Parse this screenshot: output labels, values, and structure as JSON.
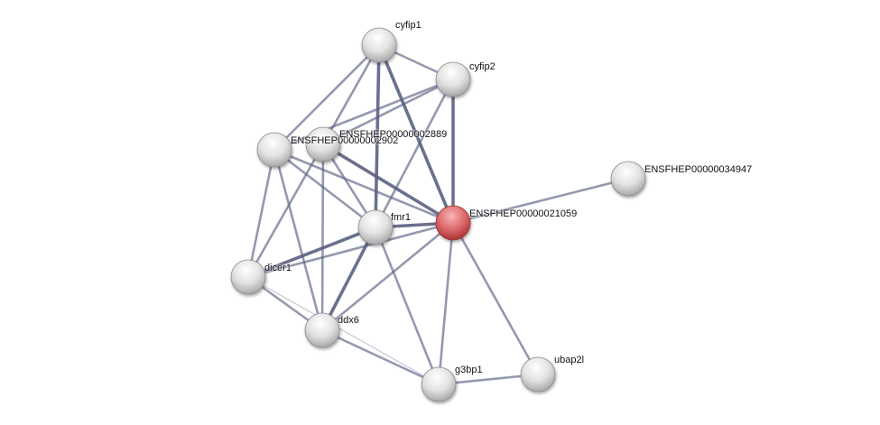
{
  "network": {
    "query_color": "#d9585a",
    "node_color": "#e4e4e4",
    "edge_color": "#5a6282",
    "nodes": [
      {
        "id": "cyfip1",
        "label": "cyfip1",
        "query": false
      },
      {
        "id": "cyfip2",
        "label": "cyfip2",
        "query": false
      },
      {
        "id": "n2902",
        "label": "ENSFHEP00000002902",
        "query": false
      },
      {
        "id": "n2889",
        "label": "ENSFHEP00000002889",
        "query": false
      },
      {
        "id": "n34947",
        "label": "ENSFHEP00000034947",
        "query": false
      },
      {
        "id": "n21059",
        "label": "ENSFHEP00000021059",
        "query": true
      },
      {
        "id": "fmr1",
        "label": "fmr1",
        "query": false
      },
      {
        "id": "dicer1",
        "label": "dicer1",
        "query": false
      },
      {
        "id": "ddx6",
        "label": "ddx6",
        "query": false
      },
      {
        "id": "g3bp1",
        "label": "g3bp1",
        "query": false
      },
      {
        "id": "ubap2l",
        "label": "ubap2l",
        "query": false
      }
    ],
    "edges": [
      [
        "cyfip1",
        "cyfip2"
      ],
      [
        "cyfip1",
        "n2902"
      ],
      [
        "cyfip1",
        "n2889"
      ],
      [
        "cyfip1",
        "fmr1"
      ],
      [
        "cyfip1",
        "n21059"
      ],
      [
        "cyfip2",
        "n2902"
      ],
      [
        "cyfip2",
        "n2889"
      ],
      [
        "cyfip2",
        "fmr1"
      ],
      [
        "cyfip2",
        "n21059"
      ],
      [
        "n2902",
        "fmr1"
      ],
      [
        "n2902",
        "n21059"
      ],
      [
        "n2902",
        "dicer1"
      ],
      [
        "n2902",
        "ddx6"
      ],
      [
        "n2889",
        "n21059"
      ],
      [
        "n2889",
        "fmr1"
      ],
      [
        "n2889",
        "dicer1"
      ],
      [
        "n2889",
        "ddx6"
      ],
      [
        "fmr1",
        "n21059"
      ],
      [
        "fmr1",
        "dicer1"
      ],
      [
        "fmr1",
        "ddx6"
      ],
      [
        "fmr1",
        "g3bp1"
      ],
      [
        "n21059",
        "dicer1"
      ],
      [
        "n21059",
        "ddx6"
      ],
      [
        "n21059",
        "g3bp1"
      ],
      [
        "n21059",
        "ubap2l"
      ],
      [
        "n21059",
        "n34947"
      ],
      [
        "dicer1",
        "ddx6"
      ],
      [
        "dicer1",
        "g3bp1"
      ],
      [
        "ddx6",
        "g3bp1"
      ],
      [
        "g3bp1",
        "ubap2l"
      ]
    ]
  }
}
